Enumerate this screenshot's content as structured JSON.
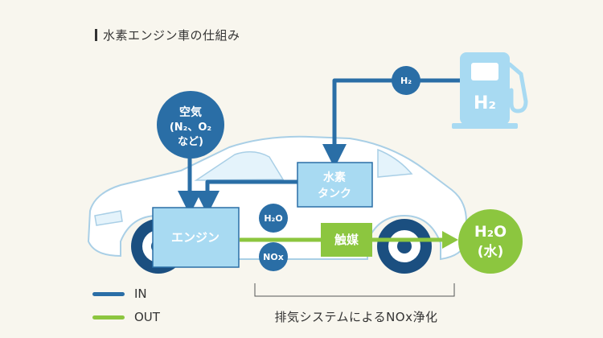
{
  "title": "水素エンジン車の仕組み",
  "colors": {
    "in": "#2a6ea6",
    "out": "#8cc63f",
    "box_blue": "#a8daf2",
    "car_body": "#ffffff",
    "car_outline": "#a9cfe6",
    "background": "#f8f6ee"
  },
  "nodes": {
    "air": {
      "line1": "空気",
      "line2": "(N₂、O₂",
      "line3": "など)"
    },
    "hydrogen_station": {
      "label": "H₂"
    },
    "h2_flow": {
      "label": "H₂"
    },
    "hydrogen_tank": {
      "line1": "水素",
      "line2": "タンク"
    },
    "engine": {
      "label": "エンジン"
    },
    "h2o_exhaust": {
      "label": "H₂O"
    },
    "nox_exhaust": {
      "label": "NOx"
    },
    "catalyst": {
      "label": "触媒"
    },
    "output_water": {
      "line1": "H₂O",
      "line2": "(水)"
    }
  },
  "legend": {
    "in": "IN",
    "out": "OUT"
  },
  "exhaust_system": {
    "label": "排気システムによるNOx浄化"
  }
}
